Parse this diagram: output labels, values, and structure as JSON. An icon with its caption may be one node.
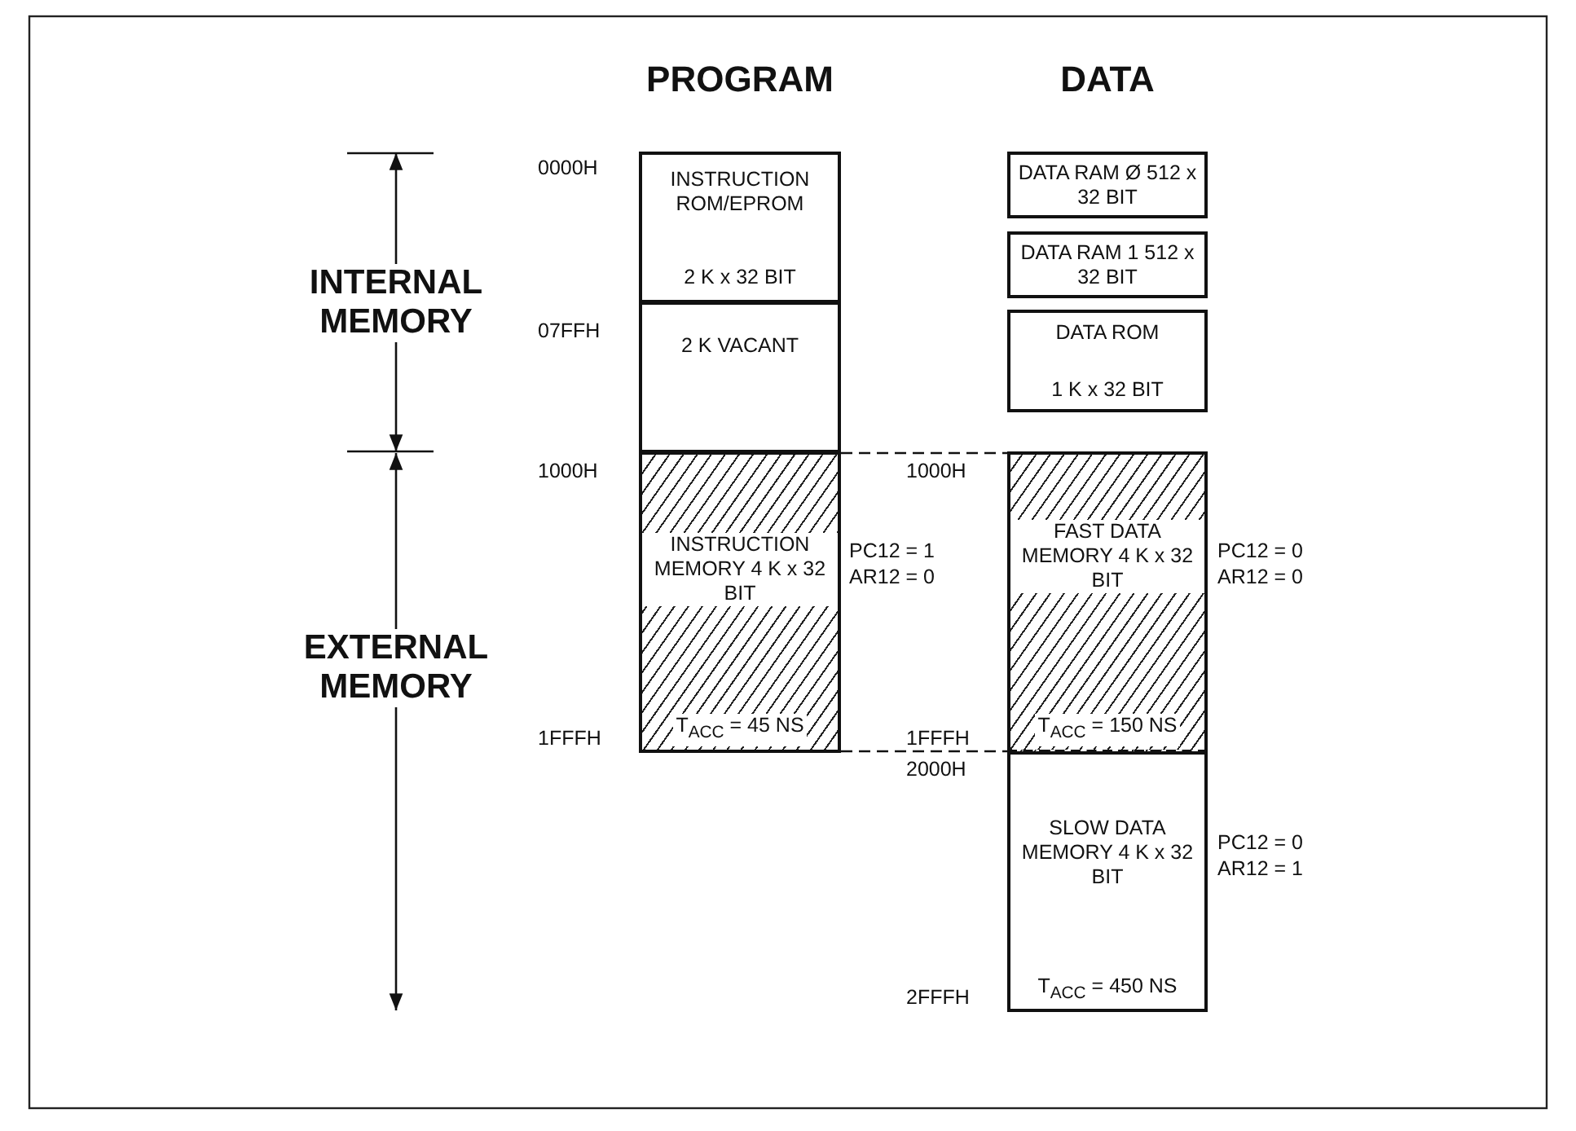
{
  "diagram": {
    "nodes": [
      {
        "text": [
          "INSTRUCTION ROM/EPROM",
          "2 K x 32 BIT"
        ]
      },
      {
        "text": [
          "2 K VACANT"
        ]
      },
      {
        "text": [
          "INSTRUCTION MEMORY 4 K x 32 BIT",
          "T$_{ACC}$ = 45 NS"
        ],
        "beside": [
          "PC12 = 1",
          "AR12 = 0"
        ]
      },
      {
        "text": [
          "DATA RAM Ø 512 x 32 BIT"
        ]
      },
      {
        "text": [
          "DATA RAM 1 512 x 32 BIT"
        ]
      },
      {
        "text": [
          "DATA ROM",
          "1 K x 32 BIT"
        ]
      },
      {
        "text": [
          "FAST DATA MEMORY 4 K x 32 BIT",
          "T$_{ACC}$ = 150 NS"
        ],
        "beside": [
          "PC12 = 0",
          "AR12 = 0"
        ]
      },
      {
        "text": [
          "SLOW DATA MEMORY 4 K x 32 BIT",
          "T$_{ACC}$ = 450 NS"
        ],
        "beside": [
          "PC12 = 0",
          "AR12 = 1"
        ]
      }
    ],
    "edges": [
      {
        "from": 2,
        "to": 6,
        "arrow": "none",
        "style": "dashed"
      },
      {
        "from": 2,
        "to": 6,
        "arrow": "none",
        "style": "dashed"
      }
    ],
    "labels": [
      "PROGRAM",
      "DATA",
      "INTERNAL MEMORY",
      "0000H",
      "07FFH",
      "EXTERNAL MEMORY",
      "1000H",
      "1000H",
      "1FFFH",
      "1FFFH",
      "2000H",
      "2FFFH"
    ]
  }
}
